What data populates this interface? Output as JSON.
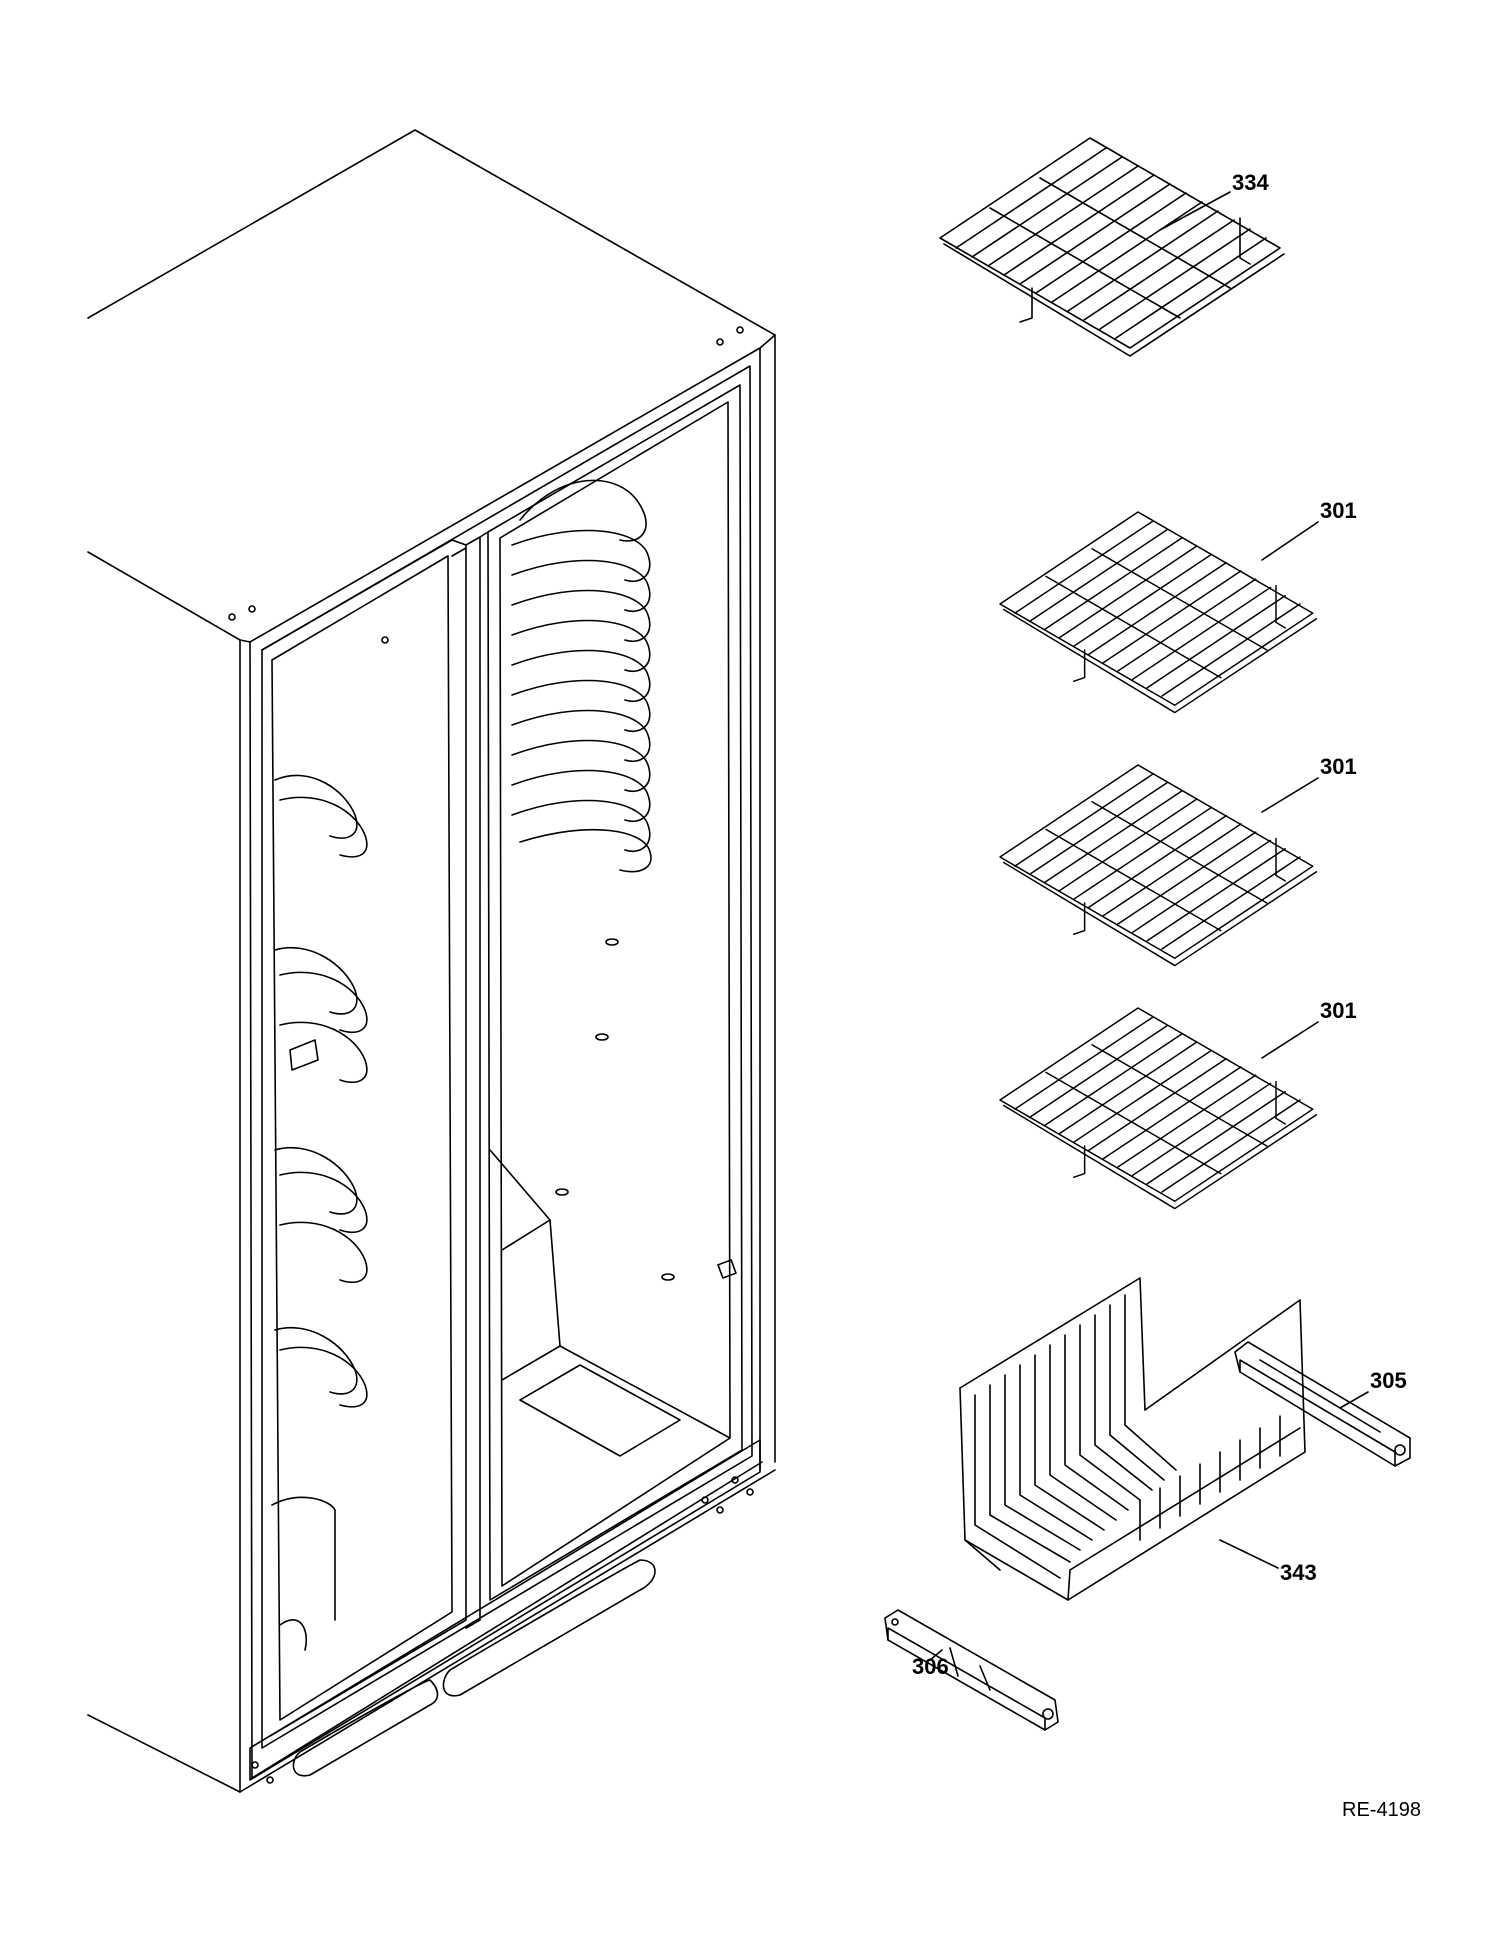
{
  "diagram": {
    "drawing_code": "RE-4198",
    "parts": [
      {
        "id": "shelf-top",
        "number": "334"
      },
      {
        "id": "shelf-1",
        "number": "301"
      },
      {
        "id": "shelf-2",
        "number": "301"
      },
      {
        "id": "shelf-3",
        "number": "301"
      },
      {
        "id": "rail-right",
        "number": "305"
      },
      {
        "id": "basket",
        "number": "343"
      },
      {
        "id": "rail-left",
        "number": "306"
      }
    ]
  },
  "colors": {
    "line": "#000000",
    "background": "#ffffff"
  }
}
